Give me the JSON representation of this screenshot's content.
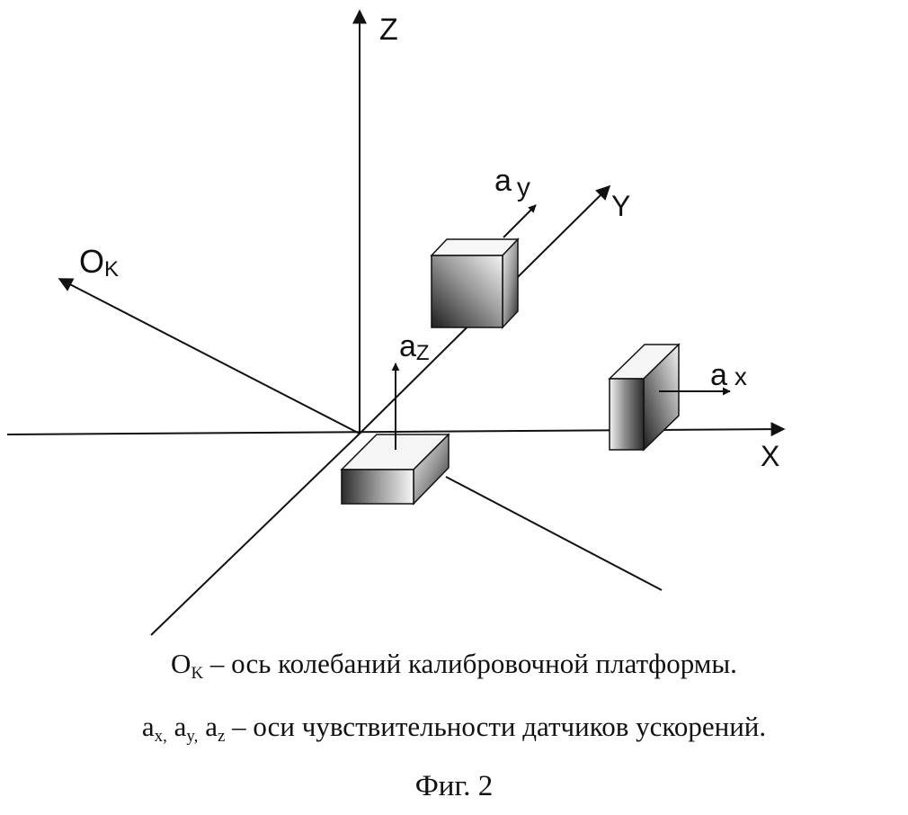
{
  "axes": {
    "z": "Z",
    "y": "Y",
    "x": "X",
    "ok_main": "O",
    "ok_sub": "K"
  },
  "sensors": {
    "ay_main": "a",
    "ay_sub": "y",
    "ax_main": "a",
    "ax_sub": "x",
    "az_main": "a",
    "az_sub": "Z"
  },
  "captions": {
    "line1_main": "O",
    "line1_sub": "K",
    "line1_text": " – ось колебаний калибровочной платформы.",
    "line2_a1": "a",
    "line2_s1": "x,",
    "line2_a2": " a",
    "line2_s2": "y,",
    "line2_a3": " a",
    "line2_s3": "z",
    "line2_text": " – оси чувствительности датчиков ускорений.",
    "figure": "Фиг. 2"
  },
  "colors": {
    "line": "#111111",
    "box_dark": "#2a2a2a",
    "box_light": "#f2f2f2"
  }
}
